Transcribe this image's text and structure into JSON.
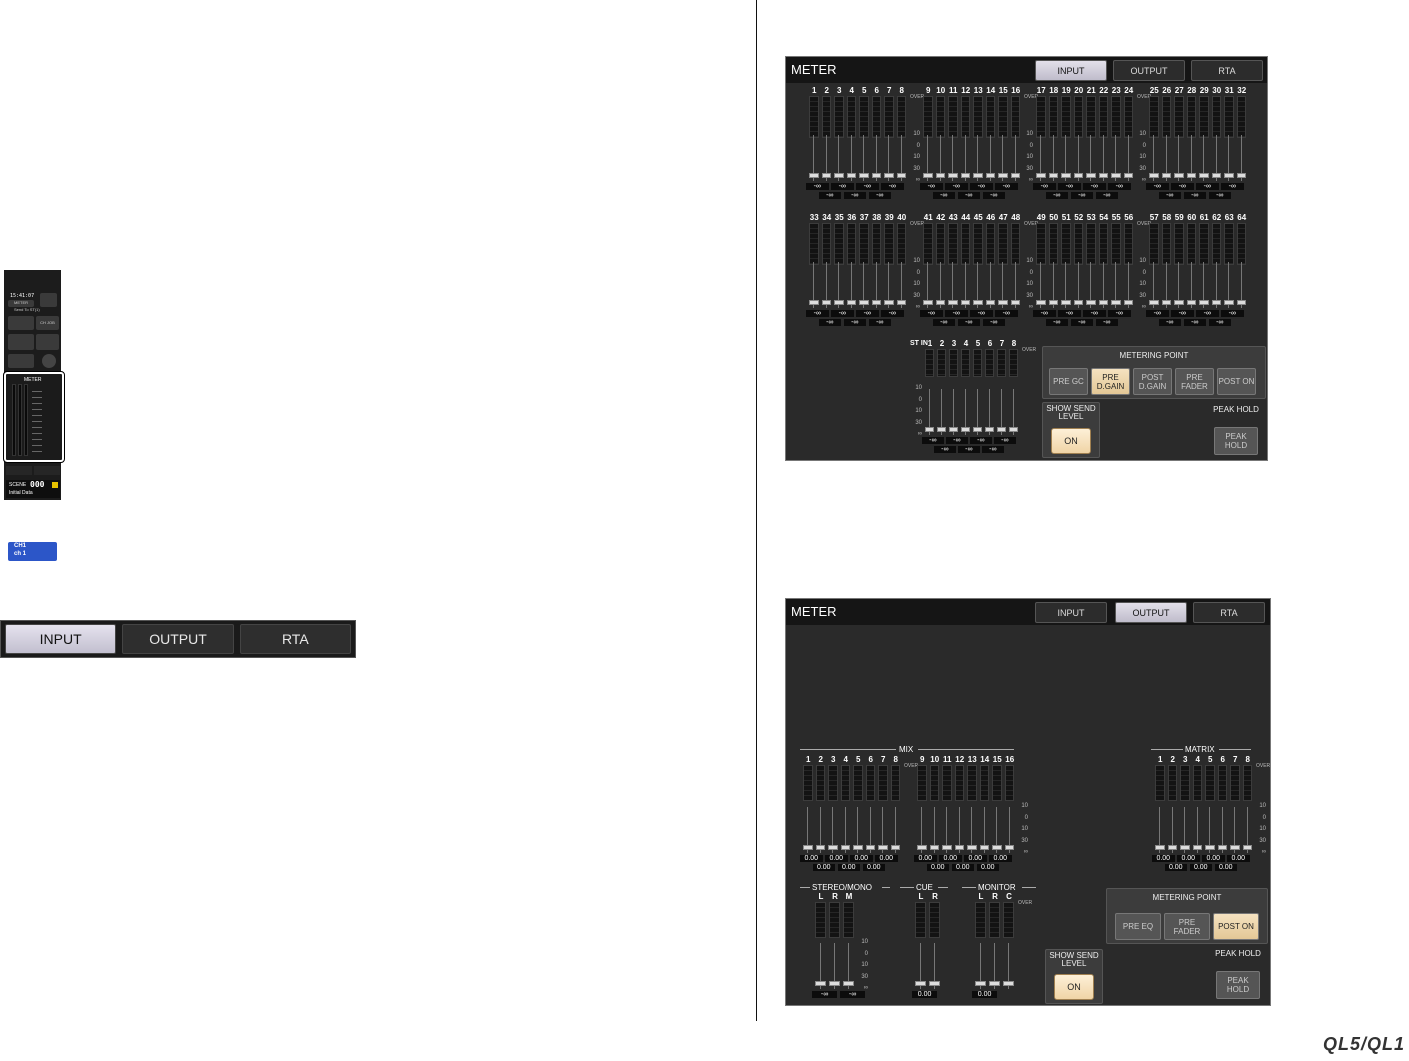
{
  "mini_panel": {
    "ch_label": "CH1",
    "ch_name": "ch 1",
    "time": "15:41:07",
    "meter_label": "METER",
    "send_label": "Send To ST(1)",
    "ch_job": "CH JOB",
    "meter_title": "METER",
    "scene_label": "SCENE",
    "scene_number": "000",
    "scene_name": "Initial Data"
  },
  "big_tabs": [
    "INPUT",
    "OUTPUT",
    "RTA"
  ],
  "input_screen": {
    "title": "METER",
    "tabs": [
      "INPUT",
      "OUTPUT",
      "RTA"
    ],
    "active_tab": "INPUT",
    "groups": [
      {
        "channels": [
          "1",
          "2",
          "3",
          "4",
          "5",
          "6",
          "7",
          "8"
        ]
      },
      {
        "channels": [
          "9",
          "10",
          "11",
          "12",
          "13",
          "14",
          "15",
          "16"
        ]
      },
      {
        "channels": [
          "17",
          "18",
          "19",
          "20",
          "21",
          "22",
          "23",
          "24"
        ]
      },
      {
        "channels": [
          "25",
          "26",
          "27",
          "28",
          "29",
          "30",
          "31",
          "32"
        ]
      },
      {
        "channels": [
          "33",
          "34",
          "35",
          "36",
          "37",
          "38",
          "39",
          "40"
        ]
      },
      {
        "channels": [
          "41",
          "42",
          "43",
          "44",
          "45",
          "46",
          "47",
          "48"
        ]
      },
      {
        "channels": [
          "49",
          "50",
          "51",
          "52",
          "53",
          "54",
          "55",
          "56"
        ]
      },
      {
        "channels": [
          "57",
          "58",
          "59",
          "60",
          "61",
          "62",
          "63",
          "64"
        ]
      }
    ],
    "st_in_label": "ST IN",
    "st_in_channels": [
      "1",
      "2",
      "3",
      "4",
      "5",
      "6",
      "7",
      "8"
    ],
    "scale": [
      "10",
      "0",
      "10",
      "30",
      "∞"
    ],
    "over_label": "OVER",
    "fader_value": "-∞",
    "metering_point": {
      "title": "METERING POINT",
      "buttons": [
        "PRE GC",
        "PRE D.GAIN",
        "POST D.GAIN",
        "PRE FADER",
        "POST ON"
      ],
      "selected": "PRE D.GAIN"
    },
    "show_send_level": {
      "title": "SHOW SEND LEVEL",
      "button": "ON"
    },
    "peak_hold": {
      "title": "PEAK HOLD",
      "button": "PEAK HOLD"
    }
  },
  "output_screen": {
    "title": "METER",
    "tabs": [
      "INPUT",
      "OUTPUT",
      "RTA"
    ],
    "active_tab": "OUTPUT",
    "mix_title": "MIX",
    "mix_channels_a": [
      "1",
      "2",
      "3",
      "4",
      "5",
      "6",
      "7",
      "8"
    ],
    "mix_channels_b": [
      "9",
      "10",
      "11",
      "12",
      "13",
      "14",
      "15",
      "16"
    ],
    "matrix_title": "MATRIX",
    "matrix_channels": [
      "1",
      "2",
      "3",
      "4",
      "5",
      "6",
      "7",
      "8"
    ],
    "stereo_mono_title": "STEREO/MONO",
    "stereo_mono_channels": [
      "L",
      "R",
      "M"
    ],
    "cue_title": "CUE",
    "cue_channels": [
      "L",
      "R"
    ],
    "monitor_title": "MONITOR",
    "monitor_channels": [
      "L",
      "R",
      "C"
    ],
    "fader_value": "0.00",
    "fader_value_inf": "-∞",
    "scale": [
      "10",
      "0",
      "10",
      "30",
      "∞"
    ],
    "over_label": "OVER",
    "metering_point": {
      "title": "METERING POINT",
      "buttons": [
        "PRE EQ",
        "PRE FADER",
        "POST ON"
      ],
      "selected": "POST ON"
    },
    "show_send_level": {
      "title": "SHOW SEND LEVEL",
      "button": "ON"
    },
    "peak_hold": {
      "title": "PEAK HOLD",
      "button": "PEAK HOLD"
    }
  },
  "logo": "QL5/QL1"
}
